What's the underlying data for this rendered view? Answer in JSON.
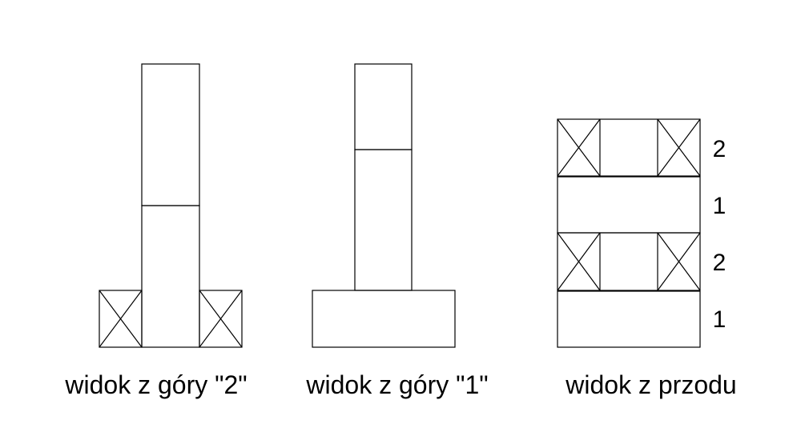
{
  "views": [
    {
      "id": "top-view-2",
      "caption": "widok z góry \"2\""
    },
    {
      "id": "top-view-1",
      "caption": "widok z góry \"1\""
    },
    {
      "id": "front-view",
      "caption": "widok z przodu"
    }
  ],
  "front_view_layer_labels": [
    "2",
    "1",
    "2",
    "1"
  ],
  "colors": {
    "stroke": "#000000",
    "background": "#ffffff"
  }
}
